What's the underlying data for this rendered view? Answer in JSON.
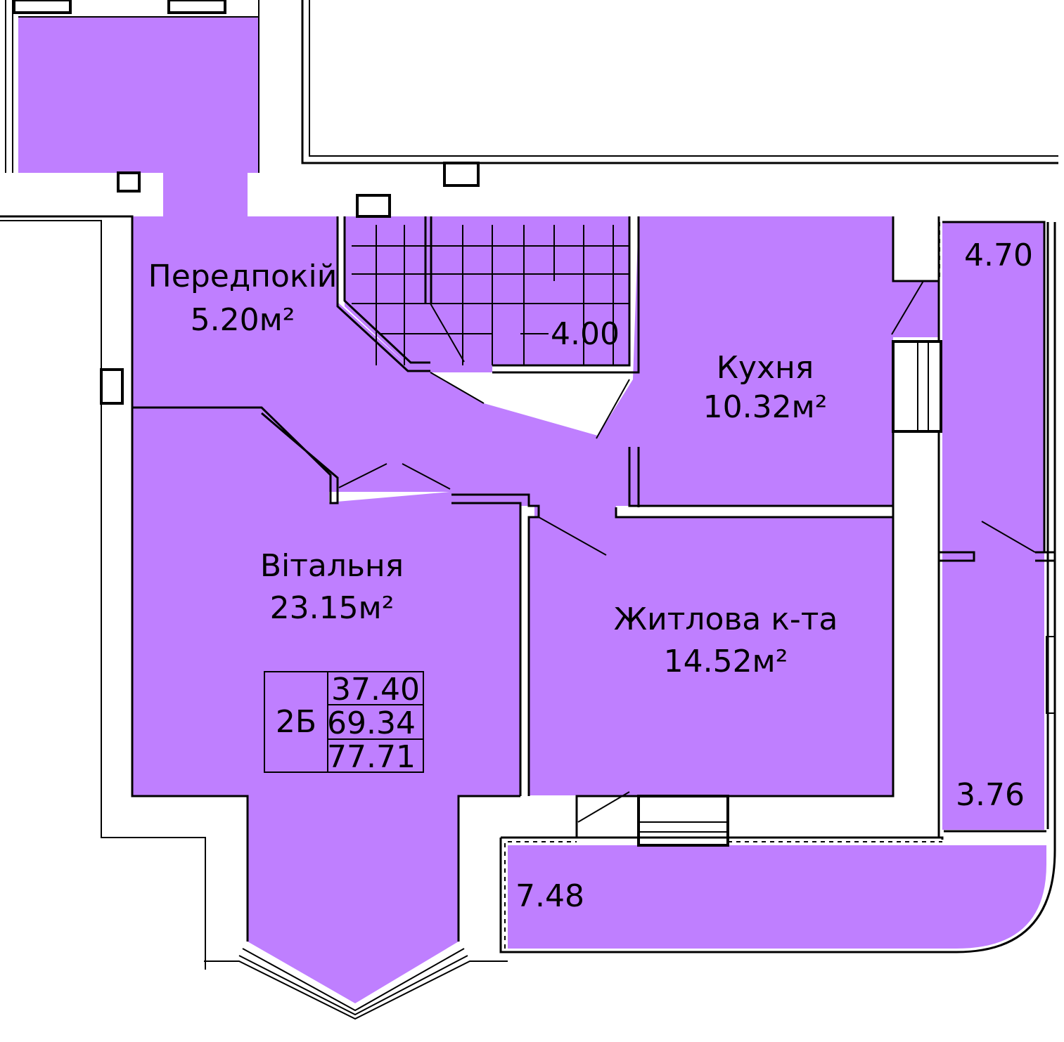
{
  "rooms": {
    "hallway": {
      "name": "Передпокій",
      "area": "5.20м²"
    },
    "kitchen": {
      "name": "Кухня",
      "area": "10.32м²"
    },
    "living_room": {
      "name": "Вітальня",
      "area": "23.15м²"
    },
    "bedroom": {
      "name": "Житлова к-та",
      "area": "14.52м²"
    },
    "bathroom": {
      "area": "4.00"
    },
    "loggia_right_top": {
      "area": "4.70"
    },
    "loggia_right_bottom": {
      "area": "3.76"
    },
    "balcony_bottom": {
      "area": "7.48"
    }
  },
  "apartment": {
    "type": "2Б",
    "living_area": "37.40",
    "total_area": "69.34",
    "full_area": "77.71"
  },
  "colors": {
    "room_fill": "#bf7fff",
    "wall": "#ffffff",
    "line": "#000000"
  }
}
